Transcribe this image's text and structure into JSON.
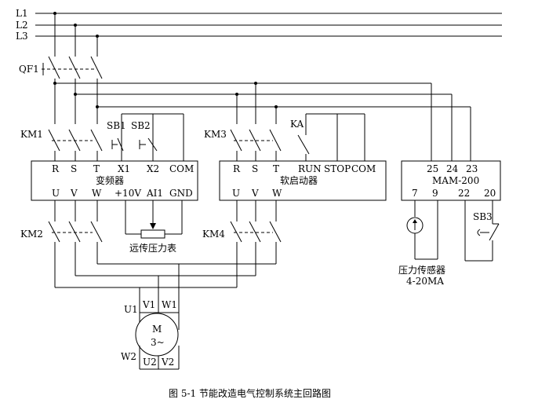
{
  "lines": [
    "L1",
    "L2",
    "L3"
  ],
  "breaker": "QF1",
  "contactors": {
    "km1": "KM1",
    "km2": "KM2",
    "km3": "KM3",
    "km4": "KM4"
  },
  "buttons": {
    "sb1": "SB1",
    "sb2": "SB2",
    "sb3": "SB3"
  },
  "relay": "KA",
  "vfd": {
    "name": "变频器",
    "top_terms": [
      "R",
      "S",
      "T",
      "X1",
      "X2",
      "COM"
    ],
    "bottom_terms": [
      "U",
      "V",
      "W",
      "+10V",
      "AI1",
      "GND"
    ]
  },
  "softstart": {
    "name": "软启动器",
    "top_terms": [
      "R",
      "S",
      "T",
      "RUN",
      "STOP",
      "COM"
    ],
    "bottom_terms": [
      "U",
      "V",
      "W"
    ]
  },
  "mam": {
    "name": "MAM-200",
    "top_terms": [
      "25",
      "24",
      "23"
    ],
    "bottom_terms": [
      "7",
      "9",
      "22",
      "20"
    ]
  },
  "remote_gauge": "远传压力表",
  "sensor": {
    "name": "压力传感器",
    "range": "4-20MA"
  },
  "motor": {
    "name": "M",
    "phase": "3~",
    "terms": {
      "u1": "U1",
      "v1": "V1",
      "w1": "W1",
      "w2": "W2",
      "u2": "U2",
      "v2": "V2"
    }
  },
  "caption": "图 5-1  节能改造电气控制系统主回路图"
}
